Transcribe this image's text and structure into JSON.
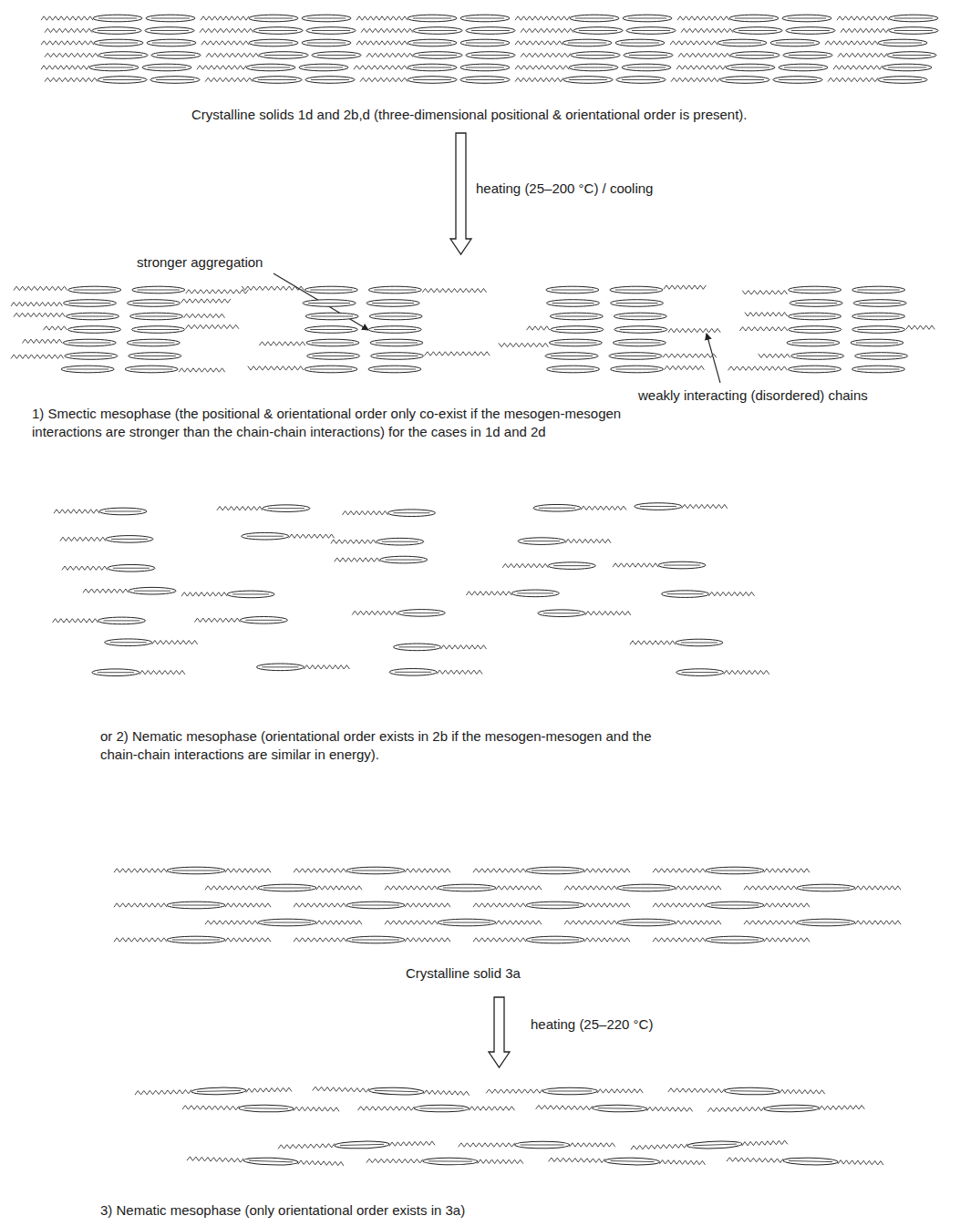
{
  "diagram": {
    "labels": [
      "Crystalline solids 1d and 2b,d (three-dimensional positional & orientational order is present).",
      "heating (25–200 °C) / cooling",
      "stronger aggregation",
      "weakly interacting (disordered) chains",
      "1) Smectic mesophase (the positional & orientational order only co-exist if the mesogen-mesogen interactions are stronger than the chain-chain interactions) for the cases in 1d and 2d",
      "or 2) Nematic mesophase (orientational order exists in 2b if the mesogen-mesogen and the chain-chain interactions are similar in energy).",
      "Crystalline solid 3a",
      "heating (25–220 °C)",
      "3) Nematic mesophase (only orientational order exists in 3a)"
    ]
  }
}
